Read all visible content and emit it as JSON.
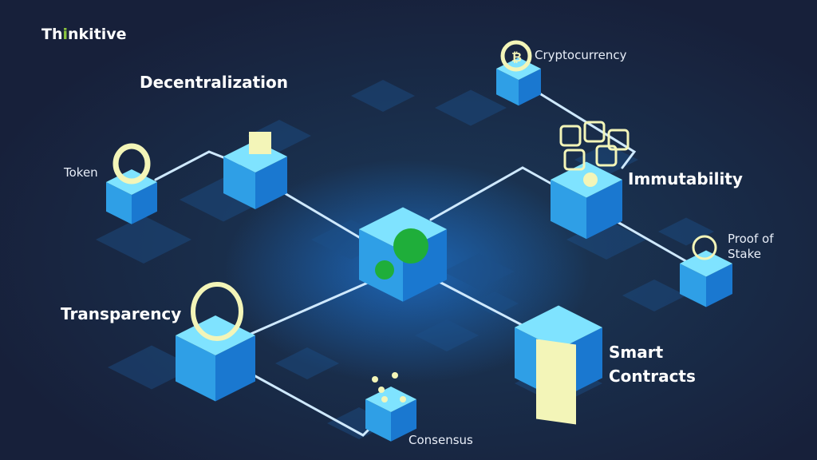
{
  "logo": {
    "text_pre": "Th",
    "text_accent": "i",
    "text_post": "nkitive"
  },
  "labels": {
    "token": "Token",
    "decentralization": "Decentralization",
    "cryptocurrency": "Cryptocurrency",
    "immutability": "Immutability",
    "proof_of_stake_line1": "Proof of",
    "proof_of_stake_line2": "Stake",
    "transparency": "Transparency",
    "smart_contracts_line1": "Smart",
    "smart_contracts_line2": "Contracts",
    "consensus": "Consensus"
  },
  "colors": {
    "background": "#17203a",
    "cube_top": "#7fe3ff",
    "cube_left": "#2f9fe6",
    "cube_right": "#1a78d0",
    "accent_green": "#8cc63f",
    "center_dot": "#1fae3a",
    "icon": "#f3f5b8"
  }
}
